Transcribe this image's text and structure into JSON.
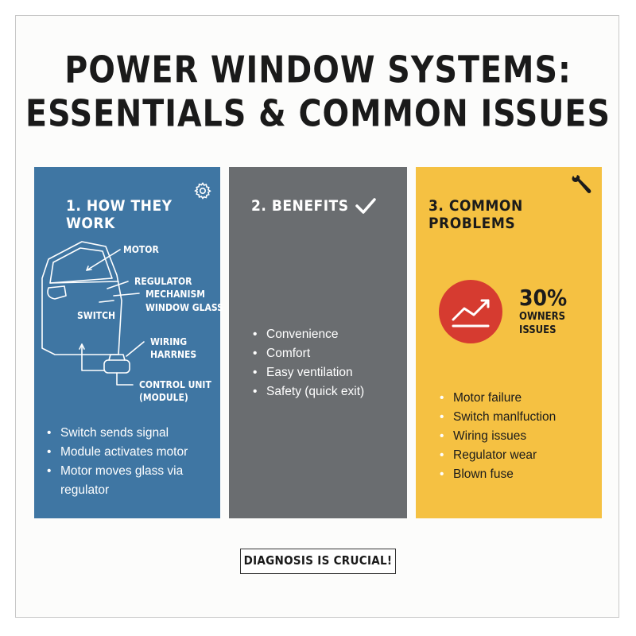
{
  "title": {
    "line1": "POWER WINDOW SYSTEMS:",
    "line2": "ESSENTIALS & COMMON ISSUES"
  },
  "panels": [
    {
      "heading": "1. HOW THEY WORK",
      "icon": "gear-icon",
      "color": "#3f76a3",
      "diagram_labels": {
        "motor": "MOTOR",
        "regulator": "REGULATOR",
        "mechanism": "MECHANISM",
        "window_glass": "WINDOW GLASS",
        "switch": "SWITCH",
        "wiring": "WIRING",
        "harness": "HARRNES",
        "control_unit": "CONTROL UNIT",
        "module": "(MODULE)"
      },
      "bullets": [
        "Switch sends signal",
        "Module activates motor",
        "Motor moves glass via regulator"
      ]
    },
    {
      "heading": "2. BENEFITS",
      "icon": "checkmark-icon",
      "color": "#6a6d70",
      "bullets": [
        "Convenience",
        "Comfort",
        "Easy ventilation",
        "Safety (quick exit)"
      ]
    },
    {
      "heading": "3. COMMON PROBLEMS",
      "icon": "wrench-icon",
      "color": "#f5c142",
      "stat": {
        "value": "30%",
        "label": "OWNERS ISSUES",
        "value_fraction": 0.3
      },
      "stat_icon": "trend-chart-icon",
      "bullets": [
        "Motor failure",
        "Switch manlfuction",
        "Wiring issues",
        "Regulator wear",
        "Blown fuse"
      ]
    }
  ],
  "banner": "DIAGNOSIS IS CRUCIAL!"
}
